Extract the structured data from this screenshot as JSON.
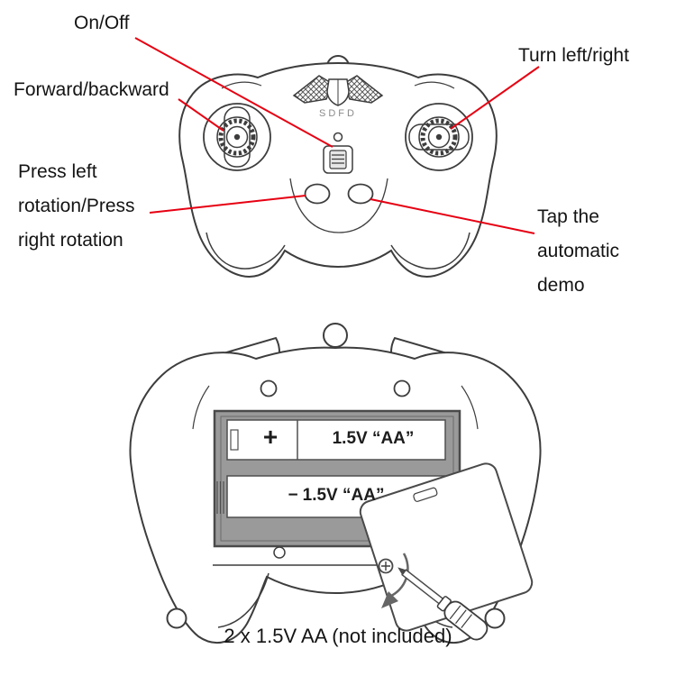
{
  "front": {
    "brand": "SDFD",
    "labels": {
      "on_off": "On/Off",
      "turn_left_right": "Turn left/right",
      "forward_backward": "Forward/backward",
      "rotation": [
        "Press left",
        "rotation/Press",
        "right rotation"
      ],
      "auto_demo": [
        "Tap the",
        "automatic",
        "demo"
      ]
    }
  },
  "back": {
    "battery_top": {
      "sign": "+",
      "label": "1.5V “AA”"
    },
    "battery_bottom": {
      "sign": "−",
      "label": "1.5V “AA”"
    },
    "caption": "2 x 1.5V AA (not included)"
  },
  "colors": {
    "accent": "#e60012",
    "ink": "#3d3d3d",
    "panel": "#9a9a9a"
  }
}
